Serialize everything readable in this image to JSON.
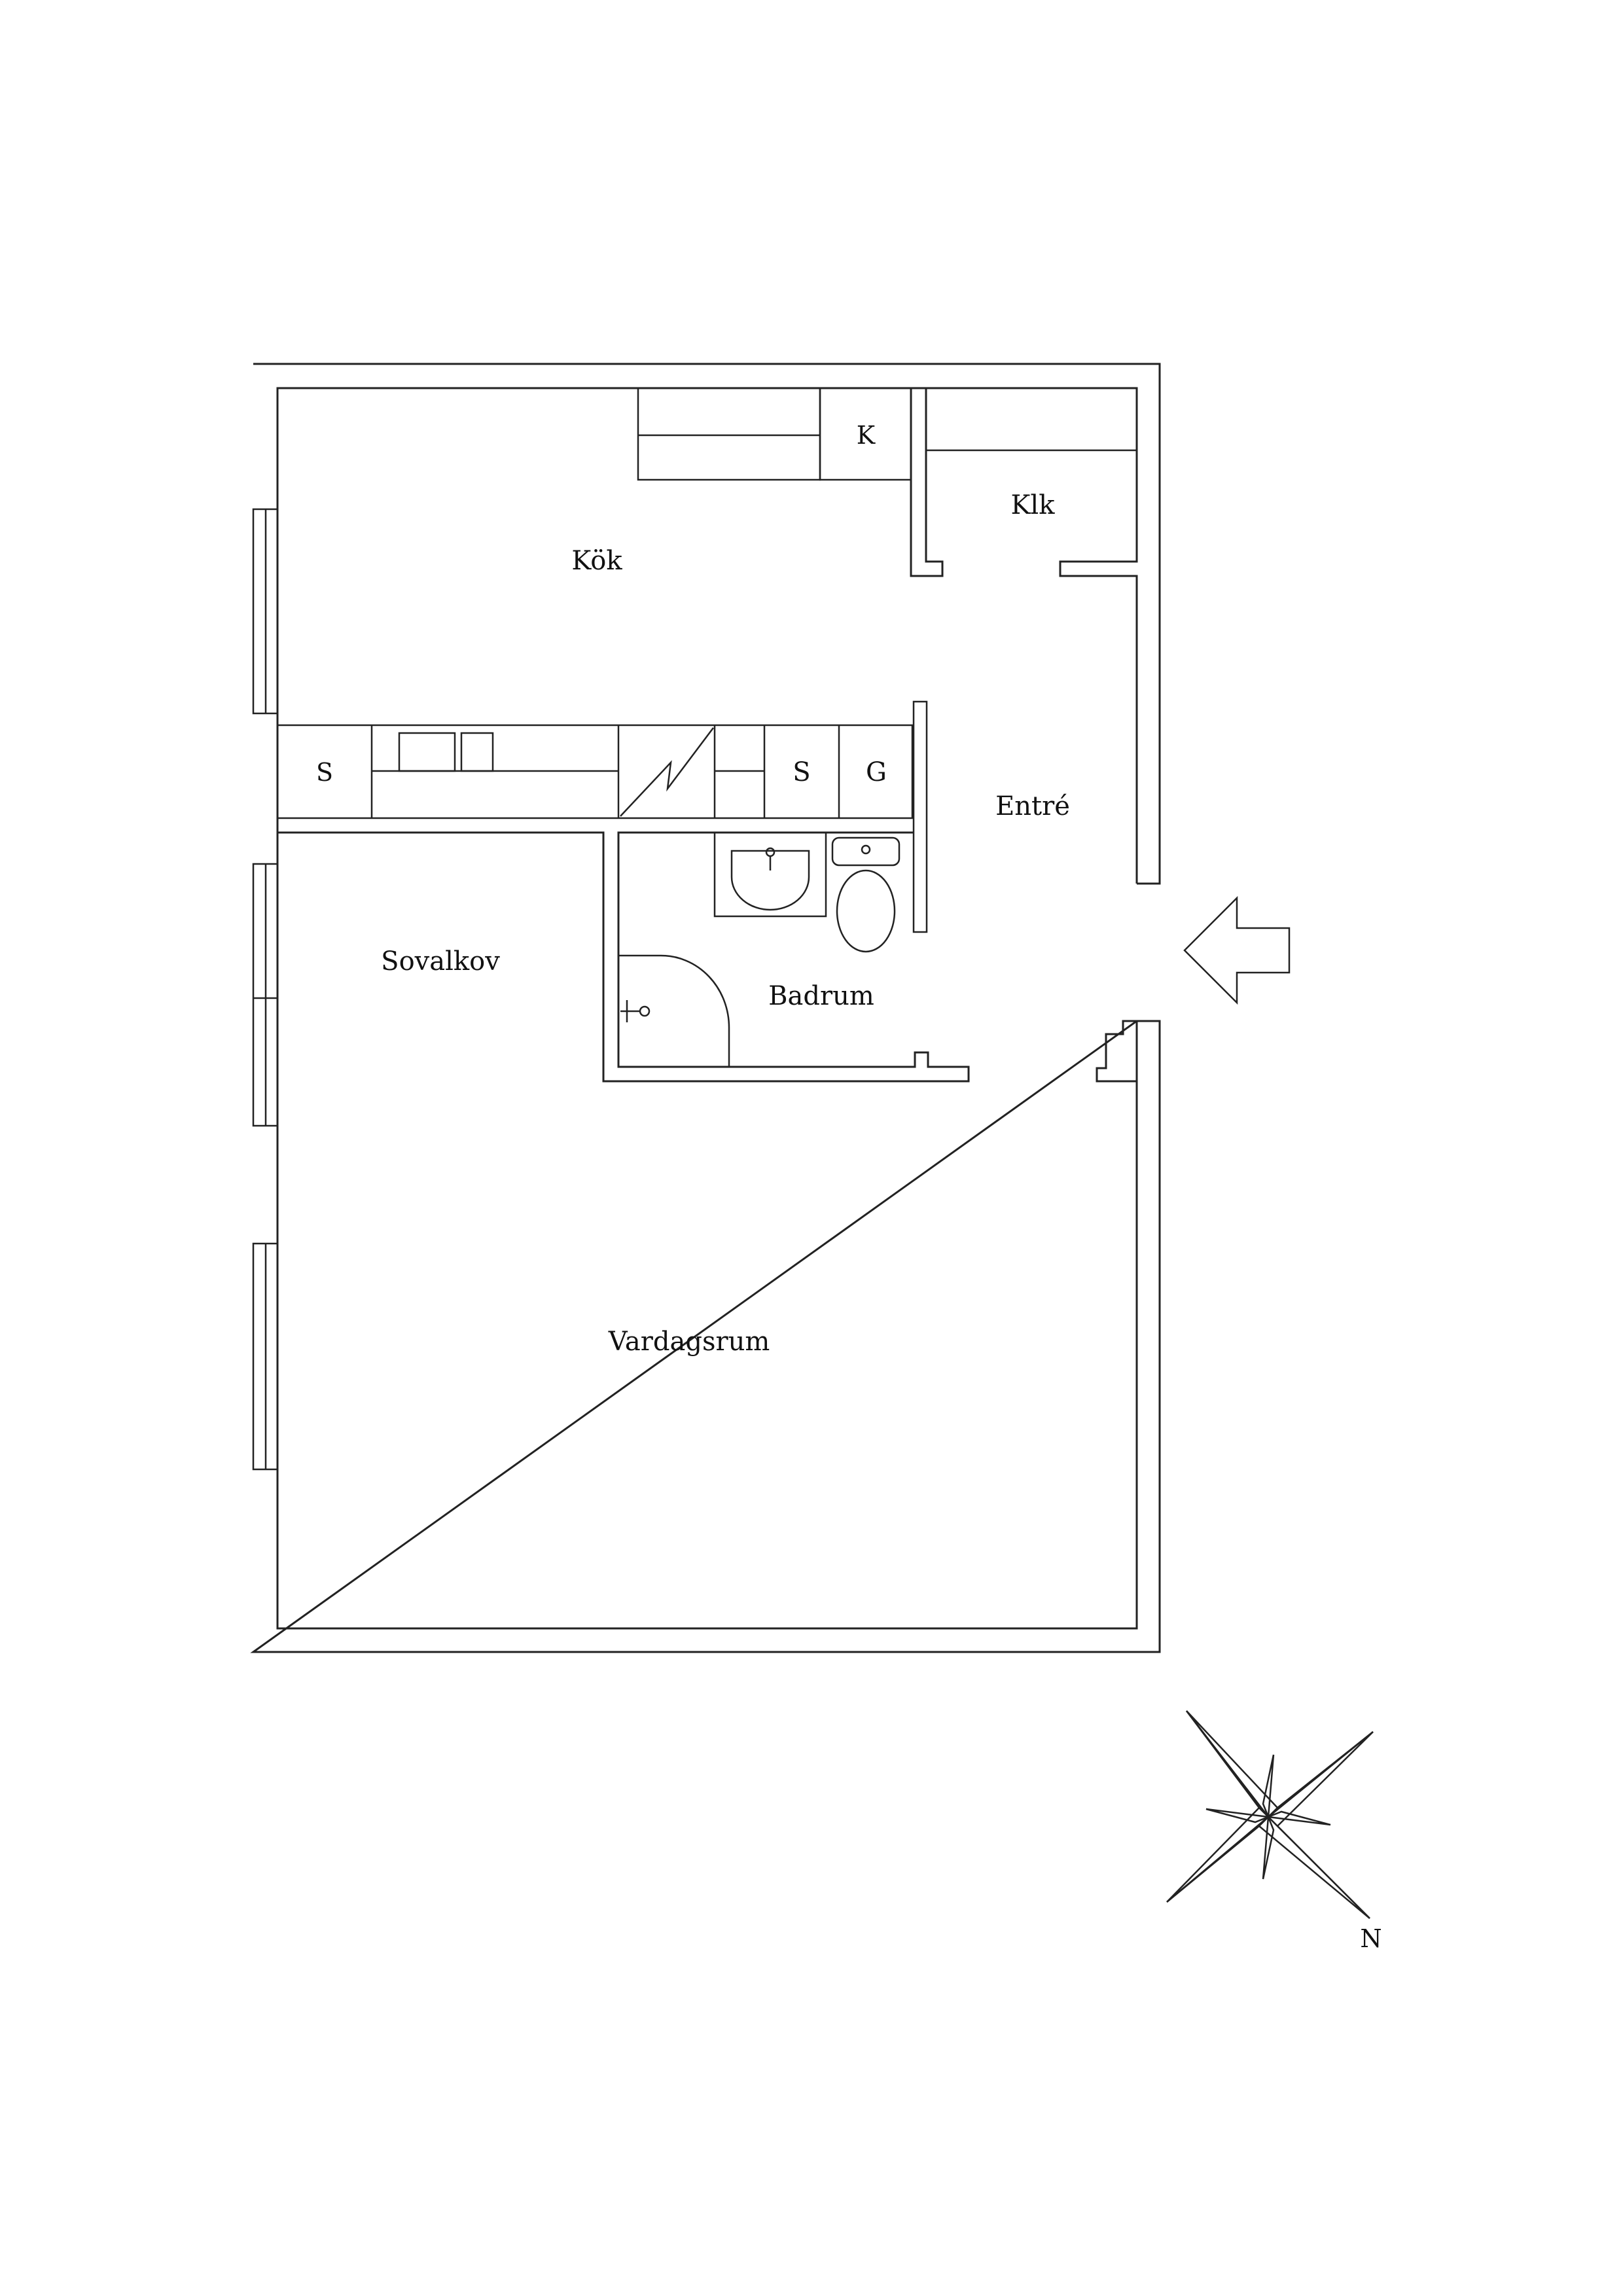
{
  "rooms": {
    "kok": "Kök",
    "klk": "Klk",
    "entre": "Entré",
    "sovalkov": "Sovalkov",
    "badrum": "Badrum",
    "vardagsrum": "Vardagsrum"
  },
  "fixtures": {
    "kyl": "K",
    "skap_left": "S",
    "skap_right": "S",
    "garderob": "G"
  },
  "compass": {
    "north": "N"
  }
}
